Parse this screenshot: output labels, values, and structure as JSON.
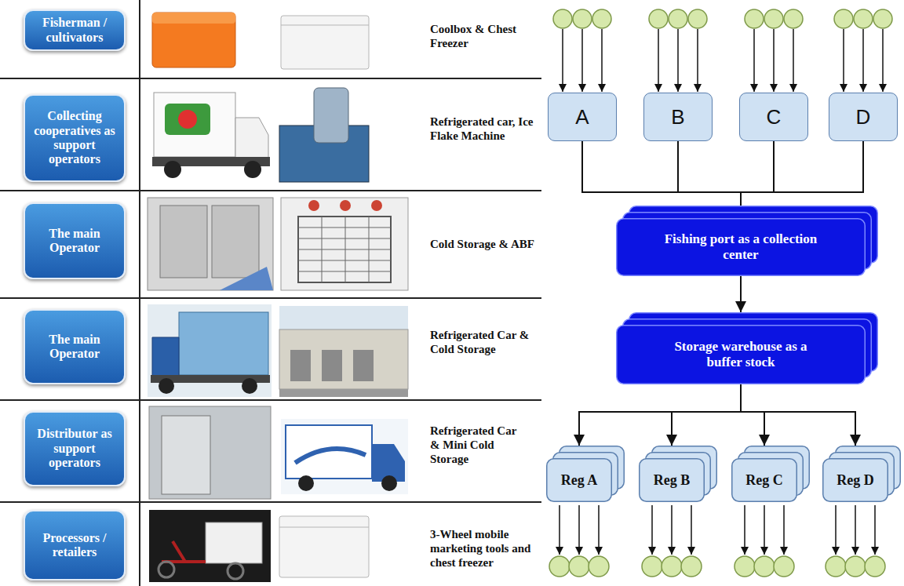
{
  "diagram": {
    "nodes": [
      {
        "text": [
          "Fisherman / cultivators"
        ]
      },
      {
        "text": [
          "Collecting cooperatives as support operators"
        ]
      },
      {
        "text": [
          "The main Operator"
        ]
      },
      {
        "text": [
          "The main Operator"
        ]
      },
      {
        "text": [
          "Distributor as support operators"
        ]
      },
      {
        "text": [
          "Processors / retailers"
        ]
      },
      {
        "text": [
          "A"
        ]
      },
      {
        "text": [
          "B"
        ]
      },
      {
        "text": [
          "C"
        ]
      },
      {
        "text": [
          "D"
        ]
      },
      {
        "text": [
          "Fishing port as a collection center"
        ]
      },
      {
        "text": [
          "Storage warehouse as a buffer stock"
        ]
      },
      {
        "text": [
          "Reg A"
        ]
      },
      {
        "text": [
          "Reg B"
        ]
      },
      {
        "text": [
          "Reg C"
        ]
      },
      {
        "text": [
          "Reg D"
        ]
      }
    ],
    "edges": [
      {
        "from": 6,
        "to": 10,
        "arrow": "none"
      },
      {
        "from": 7,
        "to": 10,
        "arrow": "none"
      },
      {
        "from": 8,
        "to": 10,
        "arrow": "none"
      },
      {
        "from": 9,
        "to": 10,
        "arrow": "none"
      },
      {
        "from": 10,
        "to": 11,
        "arrow": "to"
      },
      {
        "from": 11,
        "to": 12,
        "arrow": "to"
      },
      {
        "from": 11,
        "to": 13,
        "arrow": "to"
      },
      {
        "from": 11,
        "to": 14,
        "arrow": "to"
      },
      {
        "from": 11,
        "to": 15,
        "arrow": "to"
      }
    ],
    "labels": [
      "Coolbox & Chest Freezer",
      "Refrigerated car, Ice Flake Machine",
      "Cold Storage & ABF",
      "Refrigerated Car & Cold Storage",
      "Refrigerated Car & Mini Cold Storage",
      "3-Wheel mobile marketing tools and chest freezer"
    ]
  }
}
